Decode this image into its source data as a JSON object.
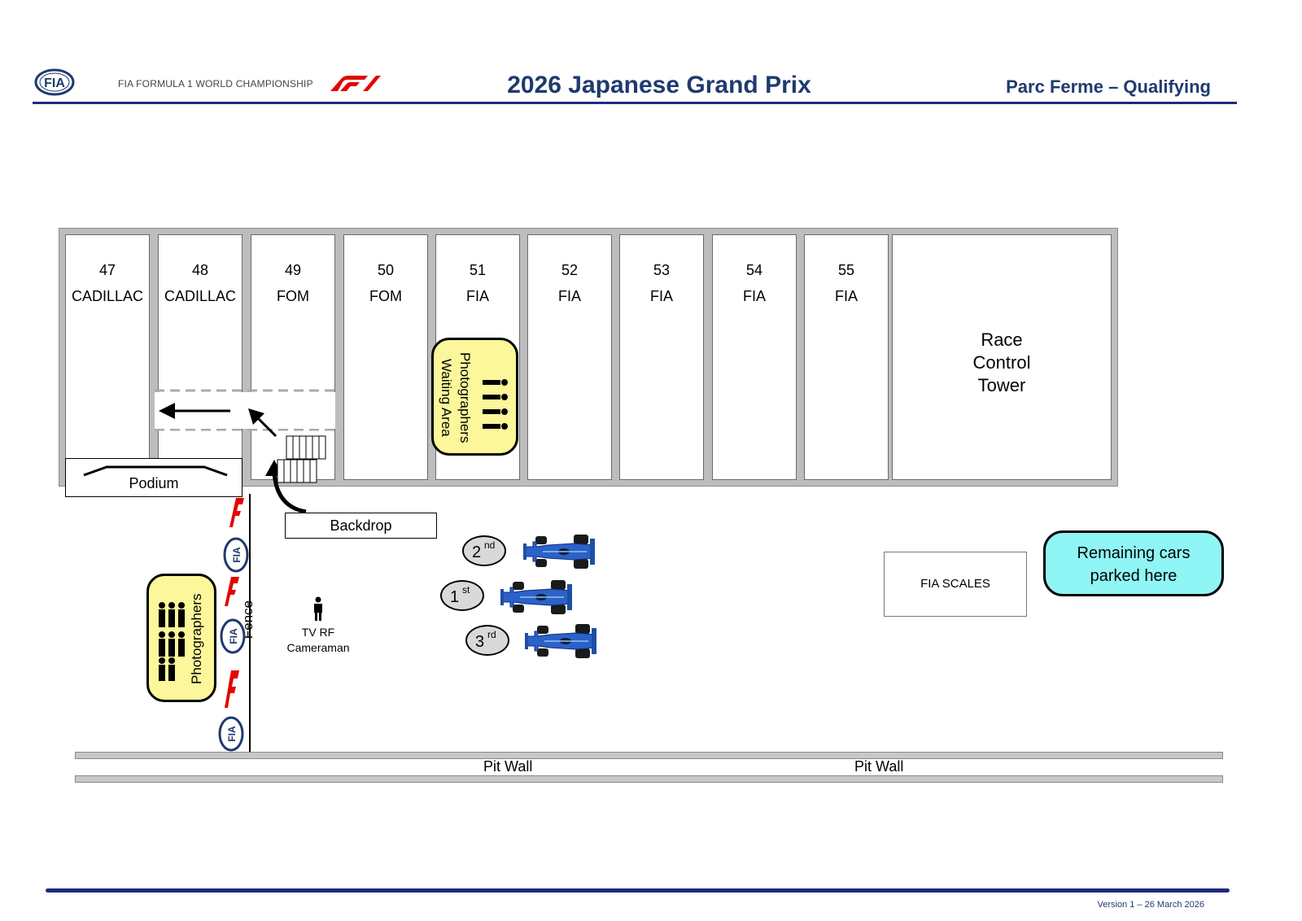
{
  "header": {
    "fia_logo_text": "FIA",
    "championship": "FIA FORMULA 1 WORLD CHAMPIONSHIP",
    "title": "2026 Japanese Grand Prix",
    "subtitle": "Parc Ferme – Qualifying"
  },
  "garages": [
    {
      "number": "47",
      "team": "CADILLAC"
    },
    {
      "number": "48",
      "team": "CADILLAC"
    },
    {
      "number": "49",
      "team": "FOM"
    },
    {
      "number": "50",
      "team": "FOM"
    },
    {
      "number": "51",
      "team": "FIA"
    },
    {
      "number": "52",
      "team": "FIA"
    },
    {
      "number": "53",
      "team": "FIA"
    },
    {
      "number": "54",
      "team": "FIA"
    },
    {
      "number": "55",
      "team": "FIA"
    }
  ],
  "race_control": {
    "line1": "Race",
    "line2": "Control",
    "line3": "Tower"
  },
  "photographers_waiting": {
    "line1": "Photographers",
    "line2": "Waiting Area"
  },
  "podium": "Podium",
  "backdrop": "Backdrop",
  "positions": [
    {
      "num": "2",
      "suffix": "nd"
    },
    {
      "num": "1",
      "suffix": "st"
    },
    {
      "num": "3",
      "suffix": "rd"
    }
  ],
  "fia_scales": "FIA SCALES",
  "remaining_cars": "Remaining cars parked here",
  "photographers": "Photographers",
  "fence": "Fence",
  "tv_rf": {
    "line1": "TV RF",
    "line2": "Cameraman"
  },
  "pit_wall": {
    "left": "Pit Wall",
    "right": "Pit Wall"
  },
  "footer": {
    "version": "Version 1 – 26 March 2026"
  },
  "colors": {
    "title_blue": "#1f3a6e",
    "rule_blue": "#1f2a7c",
    "yellow_area": "#fbf79a",
    "cyan_area": "#8ff5f5",
    "garage_grey": "#bdbdbd",
    "f1_red": "#e10600",
    "car_blue": "#2a62c8"
  }
}
